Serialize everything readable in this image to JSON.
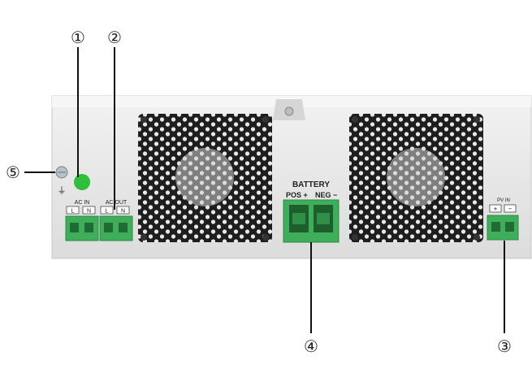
{
  "labels": {
    "ac_in": "AC IN",
    "ac_out": "AC OUT",
    "battery": "BATTERY",
    "pos": "POS +",
    "neg": "NEG −",
    "pv_in": "PV IN",
    "L": "L",
    "N": "N",
    "plus": "+",
    "minus": "−"
  },
  "callouts": {
    "c1": "①",
    "c2": "②",
    "c3": "③",
    "c4": "④",
    "c5": "⑤"
  },
  "colors": {
    "chassis": "#ebebeb",
    "terminal_green": "#3fae5a",
    "led_green": "#2fbf3a",
    "fan_dark": "#2a2a2a"
  }
}
